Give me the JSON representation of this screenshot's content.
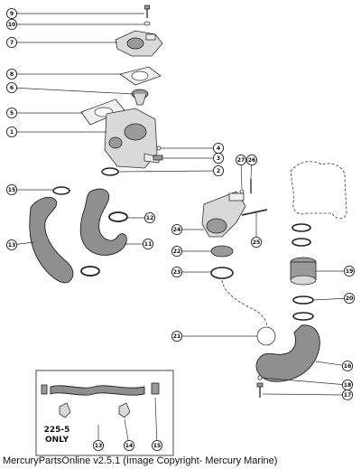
{
  "footer": "MercuryPartsOnline v2.5.1 (Image Copyright- Mercury Marine)",
  "inset_note_line1": "225-5",
  "inset_note_line2": "ONLY",
  "callouts": [
    {
      "id": "c9",
      "num": "9"
    },
    {
      "id": "c10",
      "num": "10"
    },
    {
      "id": "c7",
      "num": "7"
    },
    {
      "id": "c8",
      "num": "8"
    },
    {
      "id": "c6",
      "num": "6"
    },
    {
      "id": "c5",
      "num": "5"
    },
    {
      "id": "c1",
      "num": "1"
    },
    {
      "id": "c4",
      "num": "4"
    },
    {
      "id": "c3",
      "num": "3"
    },
    {
      "id": "c2",
      "num": "2"
    },
    {
      "id": "c27",
      "num": "27"
    },
    {
      "id": "c26",
      "num": "26"
    },
    {
      "id": "c15",
      "num": "15"
    },
    {
      "id": "c12",
      "num": "12"
    },
    {
      "id": "c24",
      "num": "24"
    },
    {
      "id": "c13",
      "num": "13"
    },
    {
      "id": "c11",
      "num": "11"
    },
    {
      "id": "c22",
      "num": "22"
    },
    {
      "id": "c25",
      "num": "25"
    },
    {
      "id": "c19",
      "num": "19"
    },
    {
      "id": "c23",
      "num": "23"
    },
    {
      "id": "c20",
      "num": "20"
    },
    {
      "id": "c21",
      "num": "21"
    },
    {
      "id": "c16",
      "num": "16"
    },
    {
      "id": "c18",
      "num": "18"
    },
    {
      "id": "c17",
      "num": "17"
    },
    {
      "id": "c13b",
      "num": "13"
    },
    {
      "id": "c14",
      "num": "14"
    },
    {
      "id": "c15b",
      "num": "15"
    }
  ]
}
